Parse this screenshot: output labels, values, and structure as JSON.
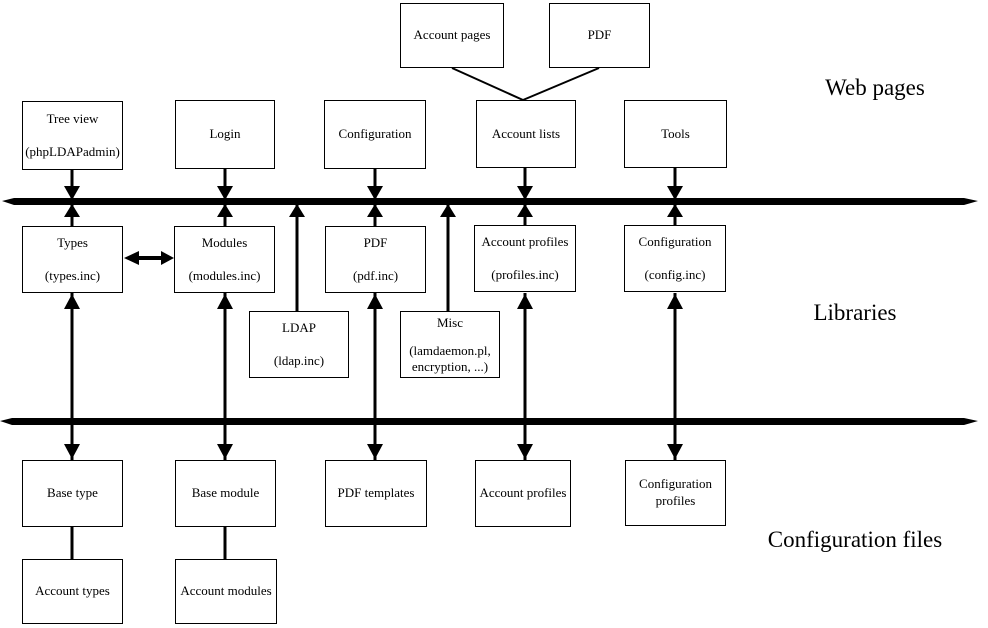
{
  "section_labels": {
    "web_pages": "Web pages",
    "libraries": "Libraries",
    "configuration_files": "Configuration files"
  },
  "boxes": {
    "top": {
      "account_pages": "Account pages",
      "pdf": "PDF"
    },
    "web_pages": {
      "tree_view": {
        "line1": "Tree view",
        "line2": "(phpLDAPadmin)"
      },
      "login": "Login",
      "configuration": "Configuration",
      "account_lists": "Account lists",
      "tools": "Tools"
    },
    "libraries": {
      "types": {
        "line1": "Types",
        "line2": "(types.inc)"
      },
      "modules": {
        "line1": "Modules",
        "line2": "(modules.inc)"
      },
      "pdf": {
        "line1": "PDF",
        "line2": "(pdf.inc)"
      },
      "account_profiles": {
        "line1": "Account profiles",
        "line2": "(profiles.inc)"
      },
      "configuration": {
        "line1": "Configuration",
        "line2": "(config.inc)"
      },
      "ldap": {
        "line1": "LDAP",
        "line2": "(ldap.inc)"
      },
      "misc": {
        "line1": "Misc",
        "line2": "(lamdaemon.pl,",
        "line3": "encryption, ...)"
      }
    },
    "configuration_files": {
      "base_type": "Base type",
      "base_module": "Base module",
      "pdf_templates": "PDF templates",
      "account_profiles": "Account profiles",
      "configuration_profiles": {
        "line1": "Configuration",
        "line2": "profiles"
      },
      "account_types": "Account types",
      "account_modules": "Account modules"
    }
  },
  "connections": [
    {
      "from": "Account pages",
      "to": "Account lists",
      "type": "line"
    },
    {
      "from": "PDF (web page)",
      "to": "Account lists",
      "type": "line"
    },
    {
      "from": "Tree view",
      "to": "Types",
      "type": "double-arrow-through-bus"
    },
    {
      "from": "Login",
      "to": "Modules",
      "type": "double-arrow-through-bus"
    },
    {
      "from": "Configuration (web)",
      "to": "PDF (library)",
      "type": "double-arrow-through-bus"
    },
    {
      "from": "Account lists",
      "to": "Account profiles (library)",
      "type": "double-arrow-through-bus"
    },
    {
      "from": "Tools",
      "to": "Configuration (library)",
      "type": "double-arrow-through-bus"
    },
    {
      "from": "Types",
      "to": "Modules",
      "type": "horizontal-double-arrow"
    },
    {
      "from": "LDAP",
      "to": "web-pages bus",
      "type": "arrow-up"
    },
    {
      "from": "Misc",
      "to": "web-pages bus",
      "type": "arrow-up"
    },
    {
      "from": "Types",
      "to": "Base type",
      "type": "double-arrow-through-bus"
    },
    {
      "from": "Modules",
      "to": "Base module",
      "type": "double-arrow-through-bus"
    },
    {
      "from": "PDF (library)",
      "to": "PDF templates",
      "type": "double-arrow-through-bus"
    },
    {
      "from": "Account profiles (library)",
      "to": "Account profiles (config)",
      "type": "double-arrow-through-bus"
    },
    {
      "from": "Configuration (library)",
      "to": "Configuration profiles",
      "type": "double-arrow-through-bus"
    },
    {
      "from": "Base type",
      "to": "Account types",
      "type": "line"
    },
    {
      "from": "Base module",
      "to": "Account modules",
      "type": "line"
    }
  ],
  "colors": {
    "ink": "#000000",
    "background": "#ffffff"
  }
}
